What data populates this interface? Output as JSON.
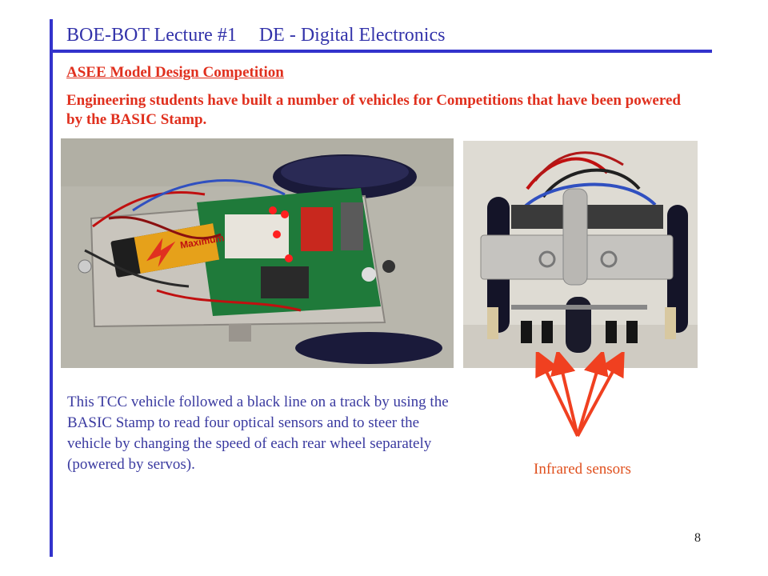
{
  "header": {
    "lecture": "BOE-BOT Lecture #1",
    "topic": "DE - Digital Electronics"
  },
  "slide": {
    "subtitle": "ASEE Model Design Competition",
    "intro": "Engineering students have built a number of vehicles for Competitions that have been powered by the BASIC Stamp.",
    "description": "This TCC vehicle followed a black line on a track by using the BASIC Stamp to read four optical sensors and to steer the vehicle by changing the speed of each rear wheel separately (powered by servos).",
    "caption": "Infrared sensors",
    "page_number": "8"
  },
  "photos": {
    "top_view": {
      "battery_label": "Maximum"
    }
  },
  "colors": {
    "accent_bar": "#3333cc",
    "header_text": "#3333aa",
    "highlight_text": "#e0301e",
    "body_text": "#3a3aa0",
    "arrow": "#f04020"
  }
}
